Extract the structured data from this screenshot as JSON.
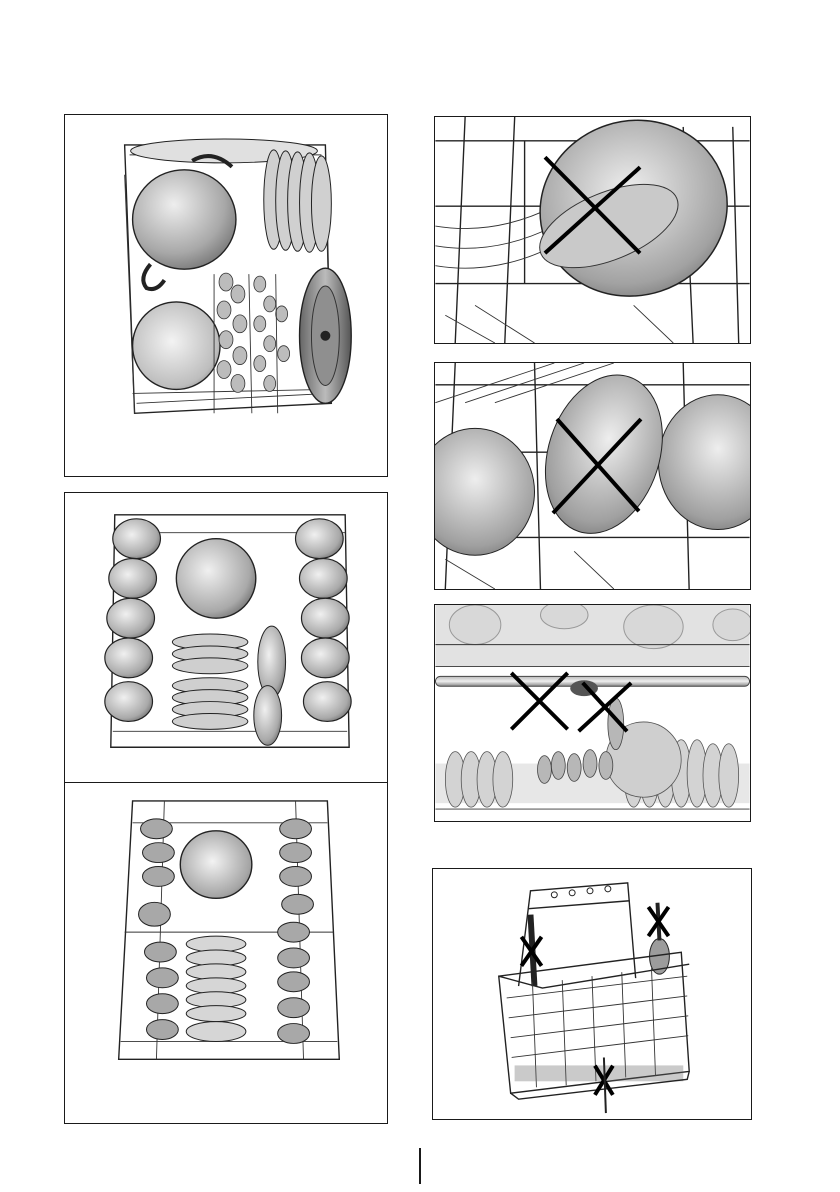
{
  "page": {
    "figures": [
      {
        "id": "upper-rack-pots-cutlery",
        "icon": "pot-and-plates-illustration"
      },
      {
        "id": "lower-rack-cups-bowls",
        "icon": "cups-and-bowls-illustration"
      },
      {
        "id": "lower-rack-plates-cups",
        "icon": "plates-and-cups-illustration"
      },
      {
        "id": "wrong-bowl-placement-1",
        "icon": "cross-mark-icon"
      },
      {
        "id": "wrong-bowl-placement-2",
        "icon": "cross-mark-icon"
      },
      {
        "id": "spray-arm-blocked",
        "icon": "cross-mark-icon"
      },
      {
        "id": "cutlery-basket-wrong",
        "icon": "cross-mark-icon"
      }
    ],
    "colors": {
      "line": "#1a1a1a",
      "shade": "#9a9a9a",
      "light_shade": "#d4d4d4",
      "paper": "#ffffff"
    }
  }
}
